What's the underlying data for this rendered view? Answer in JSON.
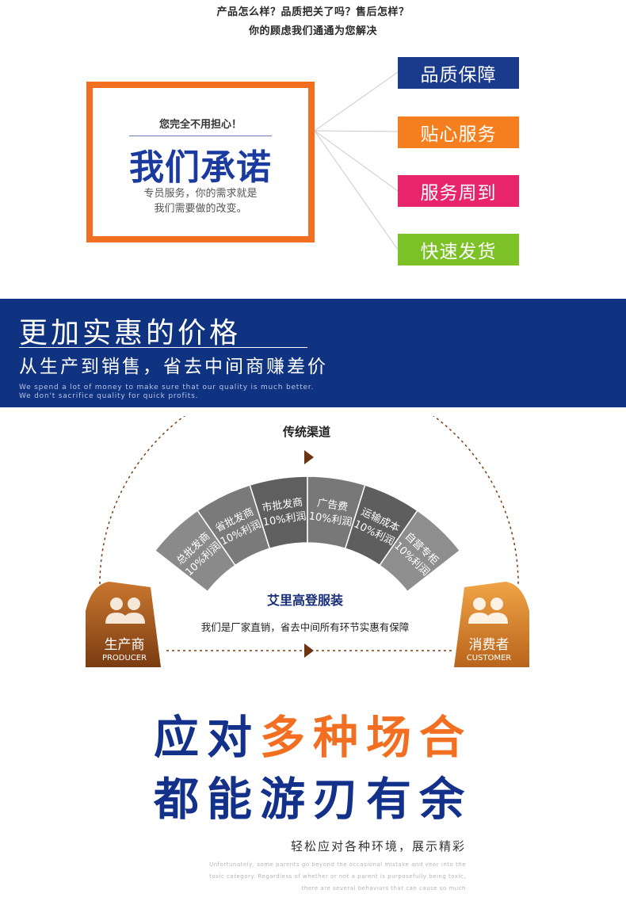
{
  "intro": {
    "line1": "产品怎么样？品质把关了吗？售后怎样？",
    "line2": "你的顾虑我们通通为您解决"
  },
  "promise": {
    "subtitle": "您完全不用担心！",
    "title": "我们承诺",
    "desc1": "专员服务，你的需求就是",
    "desc2": "我们需要做的改变。"
  },
  "badges": [
    {
      "label": "品质保障",
      "color": "#1a3a8c"
    },
    {
      "label": "贴心服务",
      "color": "#f57f1e"
    },
    {
      "label": "服务周到",
      "color": "#e8246a"
    },
    {
      "label": "快速发货",
      "color": "#7cc226"
    }
  ],
  "banner": {
    "title": "更加实惠的价格",
    "subtitle": "从生产到销售，省去中间商赚差价",
    "en1": "We spend a lot of money to make sure that our quality is much better.",
    "en2": "We don't sacrifice quality for quick profits.",
    "background": "#0f3380"
  },
  "channel": {
    "title": "传统渠道",
    "segments": [
      {
        "line1": "总批发商",
        "line2": "10%利润"
      },
      {
        "line1": "省批发商",
        "line2": "10%利润"
      },
      {
        "line1": "市批发商",
        "line2": "10%利润"
      },
      {
        "line1": "广告费",
        "line2": "10%利润"
      },
      {
        "line1": "运输成本",
        "line2": "10%利润"
      },
      {
        "line1": "自营专柜",
        "line2": "10%利润"
      }
    ],
    "producer": {
      "cn": "生产商",
      "en": "PRODUCER",
      "icon": "people-icon"
    },
    "consumer": {
      "cn": "消费者",
      "en": "CUSTOMER",
      "icon": "people-icon"
    },
    "brand": "艾里高登服装",
    "statement": "我们是厂家直销，省去中间所有环节实惠有保障"
  },
  "headline": {
    "line1_part1": "应对",
    "line1_part2": "多种场合",
    "line2": "都能游刃有余",
    "accent_color": "#f26f21"
  },
  "slogan": {
    "text": "轻松应对各种环境，展示精彩",
    "en1": "Unfortunately, some parents go beyond the occasional mistake and veer into the",
    "en2": "toxic category. Regardless of whether or not a parent is purposefully being toxic,",
    "en3": "there are several behaviors that can cause so much"
  }
}
